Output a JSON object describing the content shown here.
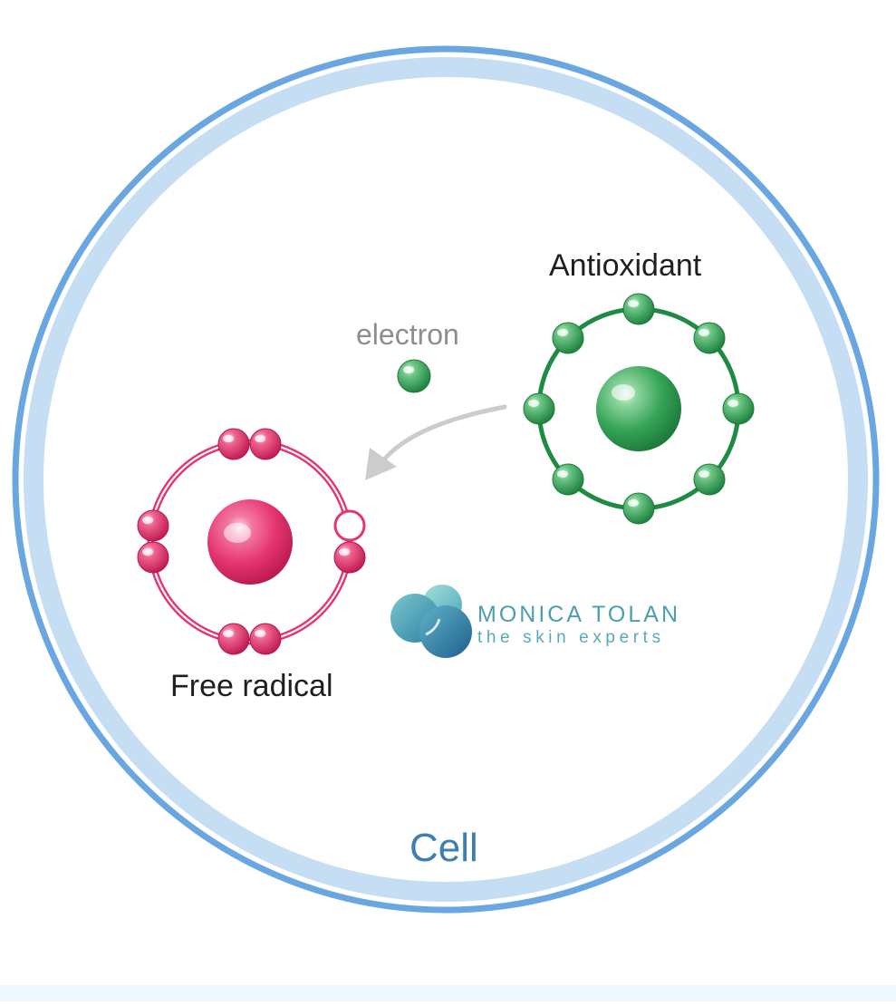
{
  "labels": {
    "antioxidant": "Antioxidant",
    "electron": "electron",
    "free_radical": "Free radical",
    "cell": "Cell"
  },
  "brand": {
    "name": "MONICA TOLAN",
    "tagline": "the skin experts"
  },
  "colors": {
    "cell_outer": "#6aa7e0",
    "cell_inner": "#c6def4",
    "antioxidant": "#2e9a4e",
    "free_radical": "#e6356f",
    "arrow": "#cccccc",
    "logo_teal": "#6fc3c9",
    "logo_blue": "#2f6e9a"
  },
  "atoms": {
    "antioxidant_electron_count": 8,
    "free_radical_electron_count": 7,
    "free_radical_missing_electrons": 1
  }
}
